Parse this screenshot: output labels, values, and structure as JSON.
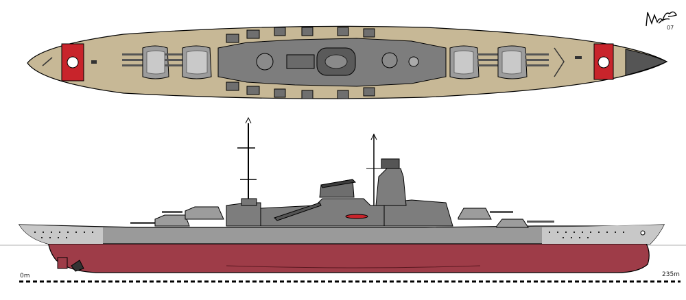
{
  "signature": {
    "year": "07"
  },
  "scale": {
    "start_label": "0m",
    "end_label": "235m"
  },
  "colors": {
    "deck": "#c7b896",
    "deck_dark": "#a8996f",
    "hull_grey": "#9a9a9a",
    "hull_light": "#c8c8c8",
    "superstructure": "#7d7d7d",
    "turret": "#9c9c9c",
    "turret_top": "#c9c9c9",
    "dark": "#4a4a4a",
    "antifouling": "#9e3c48",
    "recognition_red": "#c8242b",
    "outline": "#000000"
  }
}
